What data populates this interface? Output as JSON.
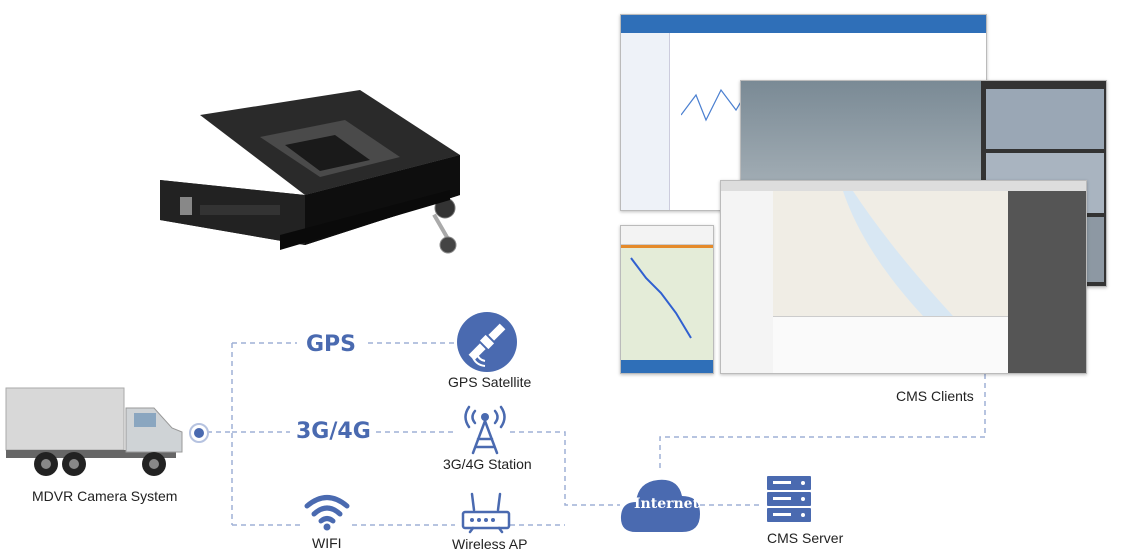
{
  "labels": {
    "gps": "GPS",
    "cellular": "3G/4G",
    "gps_satellite": "GPS Satellite",
    "station": "3G/4G Station",
    "wifi": "WIFI",
    "wireless_ap": "Wireless AP",
    "internet": "Internet",
    "cms_server": "CMS Server",
    "cms_clients": "CMS Clients",
    "mdvr": "MDVR Camera System"
  },
  "colors": {
    "accent": "#4a6ab0",
    "dashed_line": "#9fb0d6",
    "dvr_body": "#1e1e1e"
  }
}
